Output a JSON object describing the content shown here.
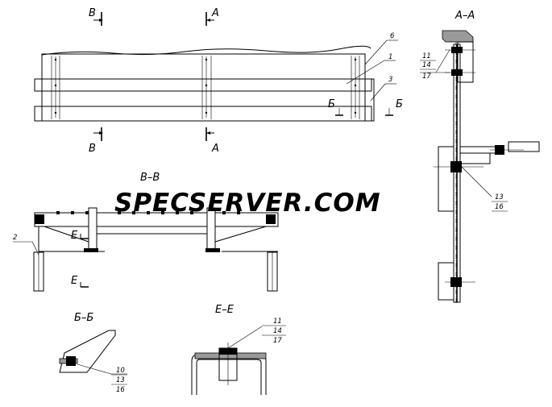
{
  "watermark": "SPECSERVER.COM",
  "sections": {
    "view_b_top": "B",
    "view_a_top": "A",
    "view_b_bottom": "B",
    "view_a_bottom": "A",
    "section_aa": "A–A",
    "section_vv": "B–B",
    "section_bb": "Б–Б",
    "section_ee": "E–E",
    "cut_b_mark": "Б",
    "cut_b_mark2": "Б",
    "cut_e_top": "E",
    "cut_e_bottom": "E"
  },
  "callouts": {
    "c6": "6",
    "c1": "1",
    "c3": "3",
    "c2": "2",
    "aa_group": [
      "11",
      "14",
      "17"
    ],
    "aa_group2": [
      "13",
      "16"
    ],
    "bb_group": [
      "10",
      "13",
      "16"
    ],
    "ee_group": [
      "11",
      "14",
      "17"
    ]
  },
  "colors": {
    "line": "#000000",
    "watermark": "#d0d0d0",
    "fill": "#9a9a9a"
  }
}
